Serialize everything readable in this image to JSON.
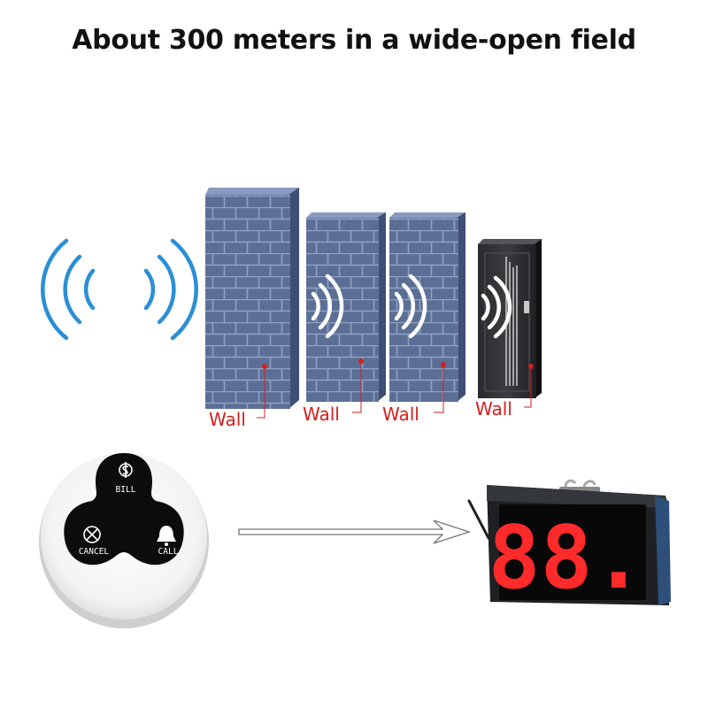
{
  "headline": "About 300 meters in a wide-open field",
  "walls": [
    {
      "label": "Wall"
    },
    {
      "label": "Wall"
    },
    {
      "label": "Wall"
    },
    {
      "label": "Wall"
    }
  ],
  "pager": {
    "buttons": {
      "top": {
        "label": "BILL",
        "icon": "dollar-icon"
      },
      "left": {
        "label": "CANCEL",
        "icon": "cancel-icon"
      },
      "right": {
        "label": "CALL",
        "icon": "bell-icon"
      }
    }
  },
  "display": {
    "digits": "88."
  },
  "colors": {
    "signal": "#2a8fd6",
    "brick": "#5b6f96",
    "label": "#d41f1f",
    "digit": "#ff2a2a"
  }
}
